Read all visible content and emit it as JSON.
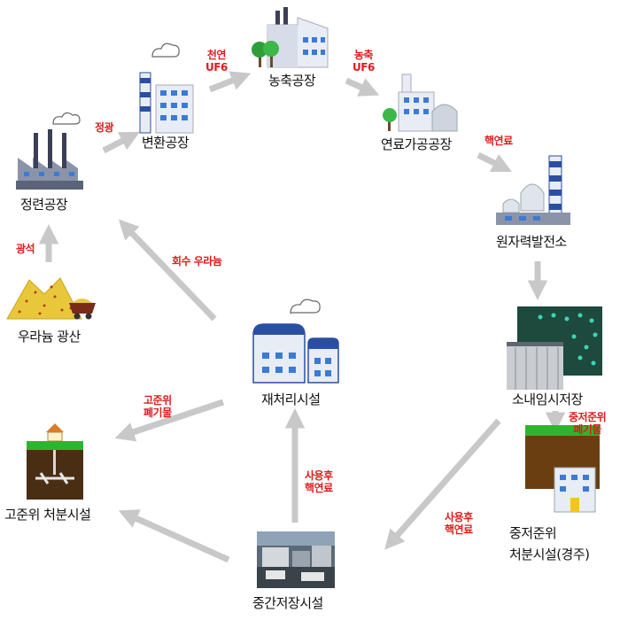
{
  "nodes": {
    "mine": "우라늄 광산",
    "refinery": "정련공장",
    "conversion": "변환공장",
    "enrichment": "농축공장",
    "fabrication": "연료가공공장",
    "power_plant": "원자력발전소",
    "onsite_storage": "소내임시저장",
    "mid_low_disposal": "중저준위\n처분시설(경주)",
    "interim_storage": "중간저장시설",
    "reprocessing": "재처리시설",
    "high_level_disposal": "고준위 처분시설"
  },
  "flows": {
    "ore": "광석",
    "refining": "정광",
    "natural_uf6": "천연\nUF6",
    "enriched_uf6": "농축\nUF6",
    "fuel": "핵연료",
    "recovered_uranium": "회수 우라늄",
    "high_level_waste": "고준위\n폐기물",
    "spent_fuel_1": "사용후\n핵연료",
    "spent_fuel_2": "사용후\n핵연료",
    "mid_low_waste": "중저준위\n폐기물"
  },
  "colors": {
    "arrow": "#c8c8c8",
    "flow_label": "#e01b1b",
    "building": "#e8ecf4",
    "window": "#3a7bd5",
    "stack": "#2a4fa0",
    "grass": "#2db52d",
    "soil": "#5a3a1a",
    "ore": "#e8c83a"
  }
}
